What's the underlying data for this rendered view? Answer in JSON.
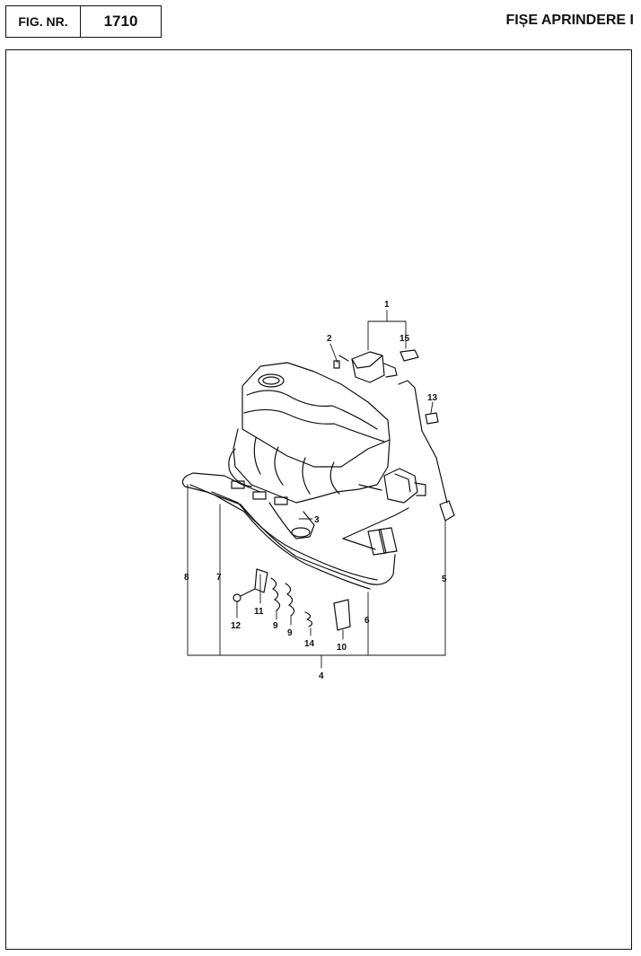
{
  "header": {
    "fig_label": "FIG. NR.",
    "fig_number": "1710",
    "title": "FIȘE APRINDERE I"
  },
  "callouts": {
    "c1": "1",
    "c2": "2",
    "c3": "3",
    "c4": "4",
    "c5": "5",
    "c6": "6",
    "c7": "7",
    "c8": "8",
    "c9a": "9",
    "c9b": "9",
    "c10": "10",
    "c11": "11",
    "c12": "12",
    "c13": "13",
    "c14": "14",
    "c15": "15"
  }
}
